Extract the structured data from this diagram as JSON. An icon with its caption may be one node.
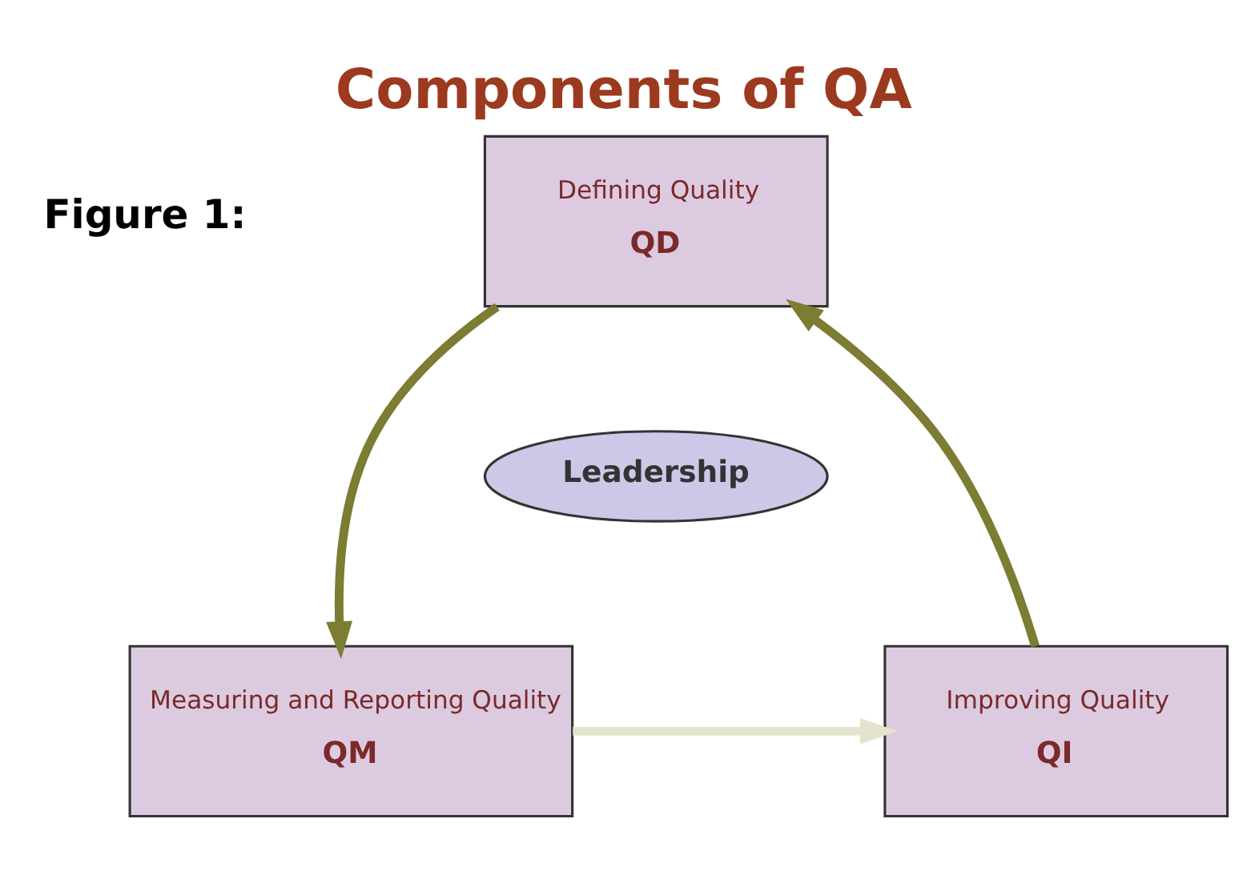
{
  "diagram": {
    "title": "Components of QA",
    "nodes": [
      {
        "text": [
          "Defining Quality",
          "QD"
        ]
      },
      {
        "text": [
          "Measuring and Reporting Quality",
          "QM"
        ]
      },
      {
        "text": [
          "Improving Quality",
          "QI"
        ]
      },
      {
        "text": [
          "Leadership"
        ]
      }
    ],
    "edges": [
      {
        "from": 0,
        "to": 1,
        "arrow": "to"
      },
      {
        "from": 1,
        "to": 2,
        "arrow": "to",
        "color": "#e4e4cc"
      },
      {
        "from": 2,
        "to": 0,
        "arrow": "to"
      }
    ],
    "labels": [
      "Figure 1:"
    ]
  }
}
